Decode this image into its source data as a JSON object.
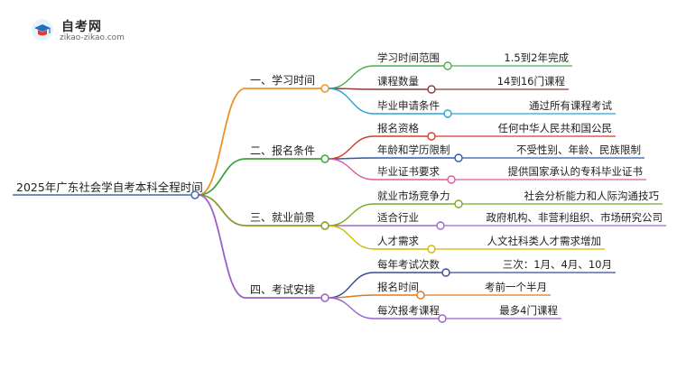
{
  "logo": {
    "title": "自考网",
    "subtitle": "zikao-zikao.com"
  },
  "root": {
    "label": "2025年广东社会学自考本科全程时间"
  },
  "branches": [
    {
      "label": "一、学习时间",
      "color": "#f0902a",
      "children": [
        {
          "label": "学习时间范围",
          "color": "#4caf50",
          "value": "1.5到2年完成"
        },
        {
          "label": "课程数量",
          "color": "#8b3a3a",
          "value": "14到16门课程"
        },
        {
          "label": "毕业申请条件",
          "color": "#2aa3d6",
          "value": "通过所有课程考试"
        }
      ]
    },
    {
      "label": "二、报名条件",
      "color": "#3fa33f",
      "children": [
        {
          "label": "报名资格",
          "color": "#d63a2a",
          "value": "任何中华人民共和国公民"
        },
        {
          "label": "年龄和学历限制",
          "color": "#2a5ab0",
          "value": "不受性别、年龄、民族限制"
        },
        {
          "label": "毕业证书要求",
          "color": "#e05a9c",
          "value": "提供国家承认的专科毕业证书"
        }
      ]
    },
    {
      "label": "三、就业前景",
      "color": "#8a9a2a",
      "children": [
        {
          "label": "就业市场竞争力",
          "color": "#7aa82a",
          "value": "社会分析能力和人际沟通技巧"
        },
        {
          "label": "适合行业",
          "color": "#9a6ac8",
          "value": "政府机构、非营利组织、市场研究公司"
        },
        {
          "label": "人才需求",
          "color": "#d4b800",
          "value": "人文社科类人才需求增加"
        }
      ]
    },
    {
      "label": "四、考试安排",
      "color": "#9a60c8",
      "children": [
        {
          "label": "每年考试次数",
          "color": "#3a4a9a",
          "value": "三次：1月、4月、10月"
        },
        {
          "label": "报名时间",
          "color": "#e0781e",
          "value": "考前一个半月"
        },
        {
          "label": "每次报考课程",
          "color": "#9a60c8",
          "value": "最多4门课程"
        }
      ]
    }
  ]
}
